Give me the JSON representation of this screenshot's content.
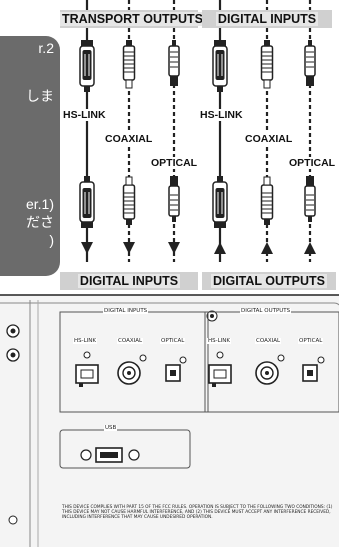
{
  "side_text": [
    "r.2",
    "",
    "しま",
    "",
    "er.1)",
    "ださ",
    ")"
  ],
  "top_headers": {
    "left": "TRANSPORT OUTPUTS",
    "right": "DIGITAL INPUTS"
  },
  "bottom_headers": {
    "left": "DIGITAL INPUTS",
    "right": "DIGITAL OUTPUTS"
  },
  "cable_labels": {
    "hs_link_left": "HS-LINK",
    "coaxial_left": "COAXIAL",
    "optical_left": "OPTICAL",
    "hs_link_right": "HS-LINK",
    "coaxial_right": "COAXIAL",
    "optical_right": "OPTICAL"
  },
  "panel": {
    "left_group_title": "DIGITAL INPUTS",
    "right_group_title": "DIGITAL OUTPUTS",
    "left_ports": [
      "HS-LINK",
      "COAXIAL",
      "OPTICAL"
    ],
    "right_ports": [
      "HS-LINK",
      "COAXIAL",
      "OPTICAL"
    ],
    "usb_label": "USB",
    "fcc_text": "THIS DEVICE COMPLIES WITH PART 15 OF THE FCC RULES. OPERATION IS SUBJECT TO THE FOLLOWING TWO CONDITIONS: (1) THIS DEVICE MAY NOT CAUSE HARMFUL INTERFERENCE, AND (2) THIS DEVICE MUST ACCEPT ANY INTERFERENCE RECEIVED, INCLUDING INTERFERENCE THAT MAY CAUSE UNDESIRED OPERATION."
  },
  "colors": {
    "side_panel": "#6b6b6b",
    "header_bg": "#d0d0d0",
    "chassis": "#f4f4f4",
    "line": "#222222"
  }
}
